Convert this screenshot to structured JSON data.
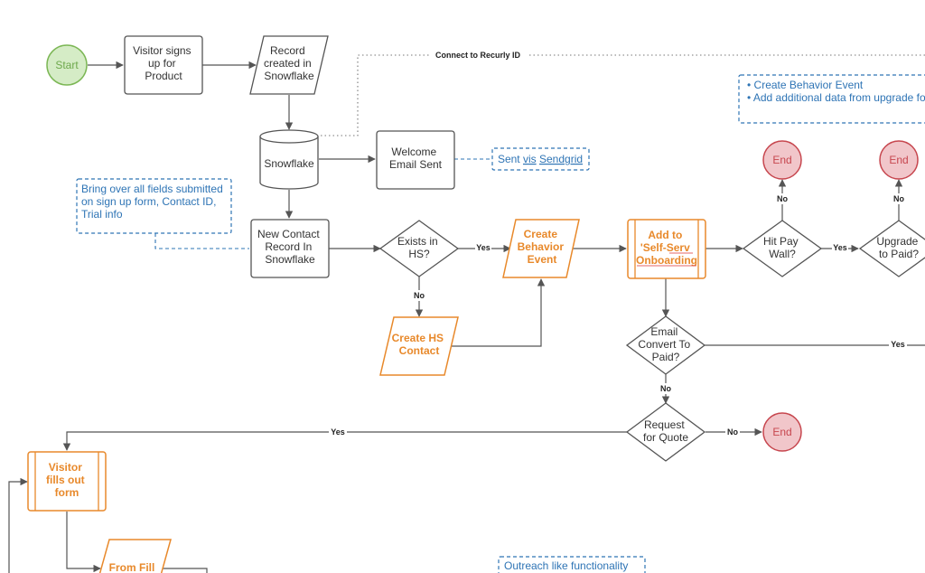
{
  "nodes": {
    "start": "Start",
    "visitor_signs_up": [
      "Visitor signs",
      "up for",
      "Product"
    ],
    "record_created": [
      "Record",
      "created in",
      "Snowflake"
    ],
    "snowflake_db": "Snowflake",
    "welcome_email": [
      "Welcome",
      "Email Sent"
    ],
    "new_contact": [
      "New Contact",
      "Record In",
      "Snowflake"
    ],
    "exists_in_hs": [
      "Exists in",
      "HS?"
    ],
    "create_behavior_event": [
      "Create",
      "Behavior",
      "Event"
    ],
    "add_to_self_serv": [
      "Add to",
      "'Self-Serv",
      "Onboarding"
    ],
    "hit_pay_wall": [
      "Hit Pay",
      "Wall?"
    ],
    "upgrade_to_paid": [
      "Upgrade",
      "to Paid?"
    ],
    "end_1": "End",
    "end_2": "End",
    "end_3": "End",
    "create_hs_contact": [
      "Create HS",
      "Contact"
    ],
    "email_convert": [
      "Email",
      "Convert To",
      "Paid?"
    ],
    "request_quote": [
      "Request",
      "for Quote"
    ],
    "visitor_fills_form": [
      "Visitor",
      "fills out",
      "form"
    ],
    "from_fill": "From Fill"
  },
  "notes": {
    "connect_recurly": "Connect to Recurly ID",
    "sent_via_sendgrid": [
      "Sent ",
      "vis",
      " ",
      "Sendgrid"
    ],
    "bring_over_fields": [
      "Bring over all fields submitted",
      "on sign up form, Contact ID,",
      "Trial info"
    ],
    "behavior_notes": [
      "• Create Behavior Event",
      "• Add additional data from upgrade fo"
    ],
    "outreach": "Outreach like functionality"
  },
  "edge_labels": {
    "yes": "Yes",
    "no": "No"
  },
  "colors": {
    "start_fill": "#d5ecc6",
    "start_stroke": "#7cb755",
    "end_fill": "#f1c6ca",
    "end_stroke": "#c7474f",
    "orange": "#e8892b",
    "blue_note": "#2e74b5",
    "default_stroke": "#555555"
  }
}
